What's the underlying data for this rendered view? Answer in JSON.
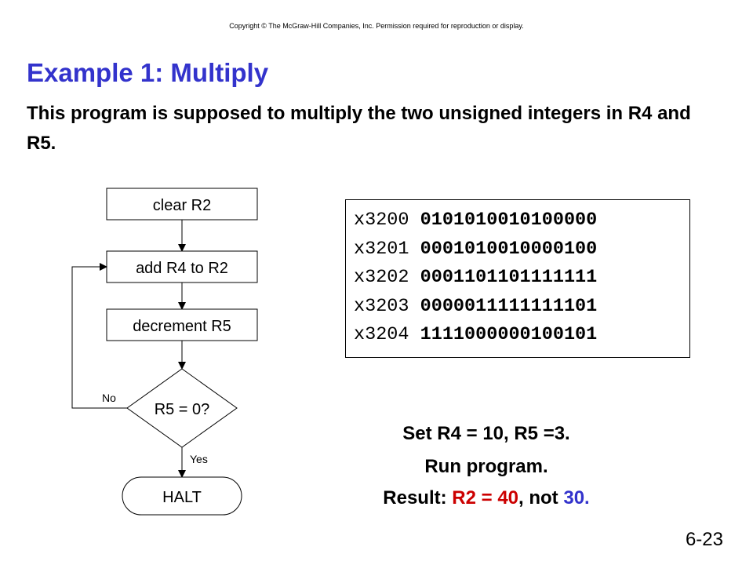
{
  "copyright": "Copyright © The McGraw-Hill Companies, Inc. Permission required for reproduction or display.",
  "title": "Example 1: Multiply",
  "subtitle": "This program is supposed to multiply the two unsigned integers in R4 and R5.",
  "flowchart": {
    "nodes": {
      "clear": "clear R2",
      "add": "add R4 to R2",
      "decrement": "decrement R5",
      "test": "R5 = 0?",
      "halt": "HALT"
    },
    "edge_no": "No",
    "edge_yes": "Yes"
  },
  "code": [
    {
      "addr": "x3200",
      "bits": "0101010010100000"
    },
    {
      "addr": "x3201",
      "bits": "0001010010000100"
    },
    {
      "addr": "x3202",
      "bits": "0001101101111111"
    },
    {
      "addr": "x3203",
      "bits": "0000011111111101"
    },
    {
      "addr": "x3204",
      "bits": "1111000000100101"
    }
  ],
  "notes": {
    "set": "Set R4 = 10, R5 =3.",
    "run": "Run program.",
    "result_prefix": "Result: ",
    "result_value": "R2 = 40",
    "result_mid": ", not ",
    "result_expected": "30."
  },
  "colors": {
    "accent": "#3333cc",
    "error": "#cc0000"
  },
  "slide_number": "6-23"
}
